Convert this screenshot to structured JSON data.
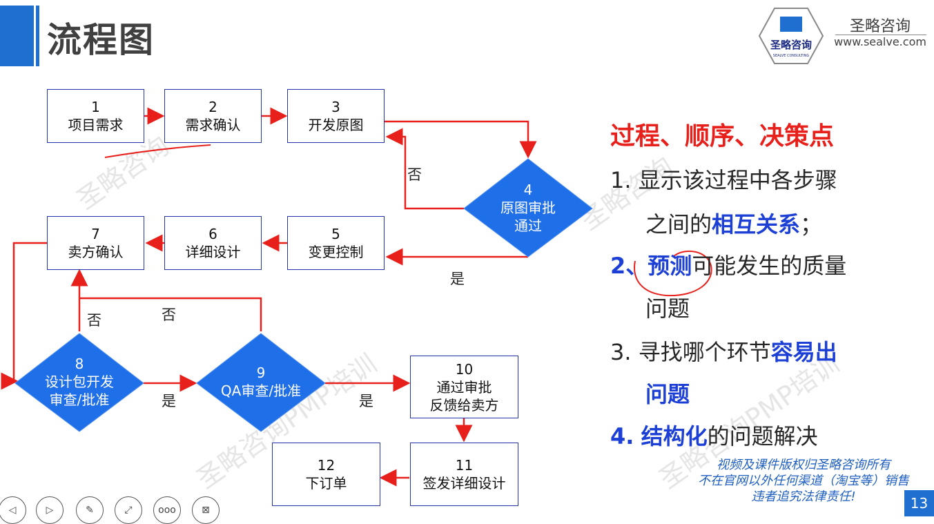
{
  "header": {
    "title": "流程图"
  },
  "brand": {
    "name": "圣略咨询",
    "url": "www.sealve.com",
    "logo_text": "圣略咨询",
    "logo_sub": "SEALVE CONSULTING"
  },
  "flow": {
    "box1": {
      "num": "1",
      "label": "项目需求"
    },
    "box2": {
      "num": "2",
      "label": "需求确认"
    },
    "box3": {
      "num": "3",
      "label": "开发原图"
    },
    "d4": {
      "num": "4",
      "line1": "原图审批",
      "line2": "通过"
    },
    "box5": {
      "num": "5",
      "label": "变更控制"
    },
    "box6": {
      "num": "6",
      "label": "详细设计"
    },
    "box7": {
      "num": "7",
      "label": "卖方确认"
    },
    "d8": {
      "num": "8",
      "line1": "设计包开发",
      "line2": "审查/批准"
    },
    "d9": {
      "num": "9",
      "line1": "QA审查/批准"
    },
    "box10": {
      "num": "10",
      "line1": "通过审批",
      "line2": "反馈给卖方"
    },
    "box11": {
      "num": "11",
      "label": "签发详细设计"
    },
    "box12": {
      "num": "12",
      "label": "下订单"
    },
    "no_label": "否",
    "yes_label": "是"
  },
  "right": {
    "title": "过程、顺序、决策点",
    "item1_num": "1.",
    "item1_a": "显示该过程中各步骤",
    "item1_b": "之间的",
    "item1_hl": "相互关系",
    "item1_end": "；",
    "item2_num": "2、",
    "item2_hl": "预测",
    "item2_a": "可能发生的质量",
    "item2_b": "问题",
    "item3_num": "3.",
    "item3_a": "寻找哪个环节",
    "item3_hl": "容易出",
    "item3_hl2": "问题",
    "item4_num": "4.",
    "item4_hl": "结构化",
    "item4_a": "的问题解决"
  },
  "copyright": {
    "line1": "视频及课件版权归圣略咨询所有",
    "line2": "不在官网以外任何渠道（淘宝等）销售",
    "line3": "违者追究法律责任!"
  },
  "page_number": "13",
  "watermark": {
    "a": "圣略咨询",
    "b": "圣略咨询PMP培训"
  },
  "colors": {
    "accent": "#1f6fd0",
    "arrow": "#e8201b",
    "diamond": "#1f6fe8",
    "highlight": "#1c3fd6"
  },
  "nav": {
    "prev": "◁",
    "next": "▷",
    "pen": "✎",
    "pointer": "⤢",
    "more": "ooo",
    "zoom": "⊠"
  }
}
